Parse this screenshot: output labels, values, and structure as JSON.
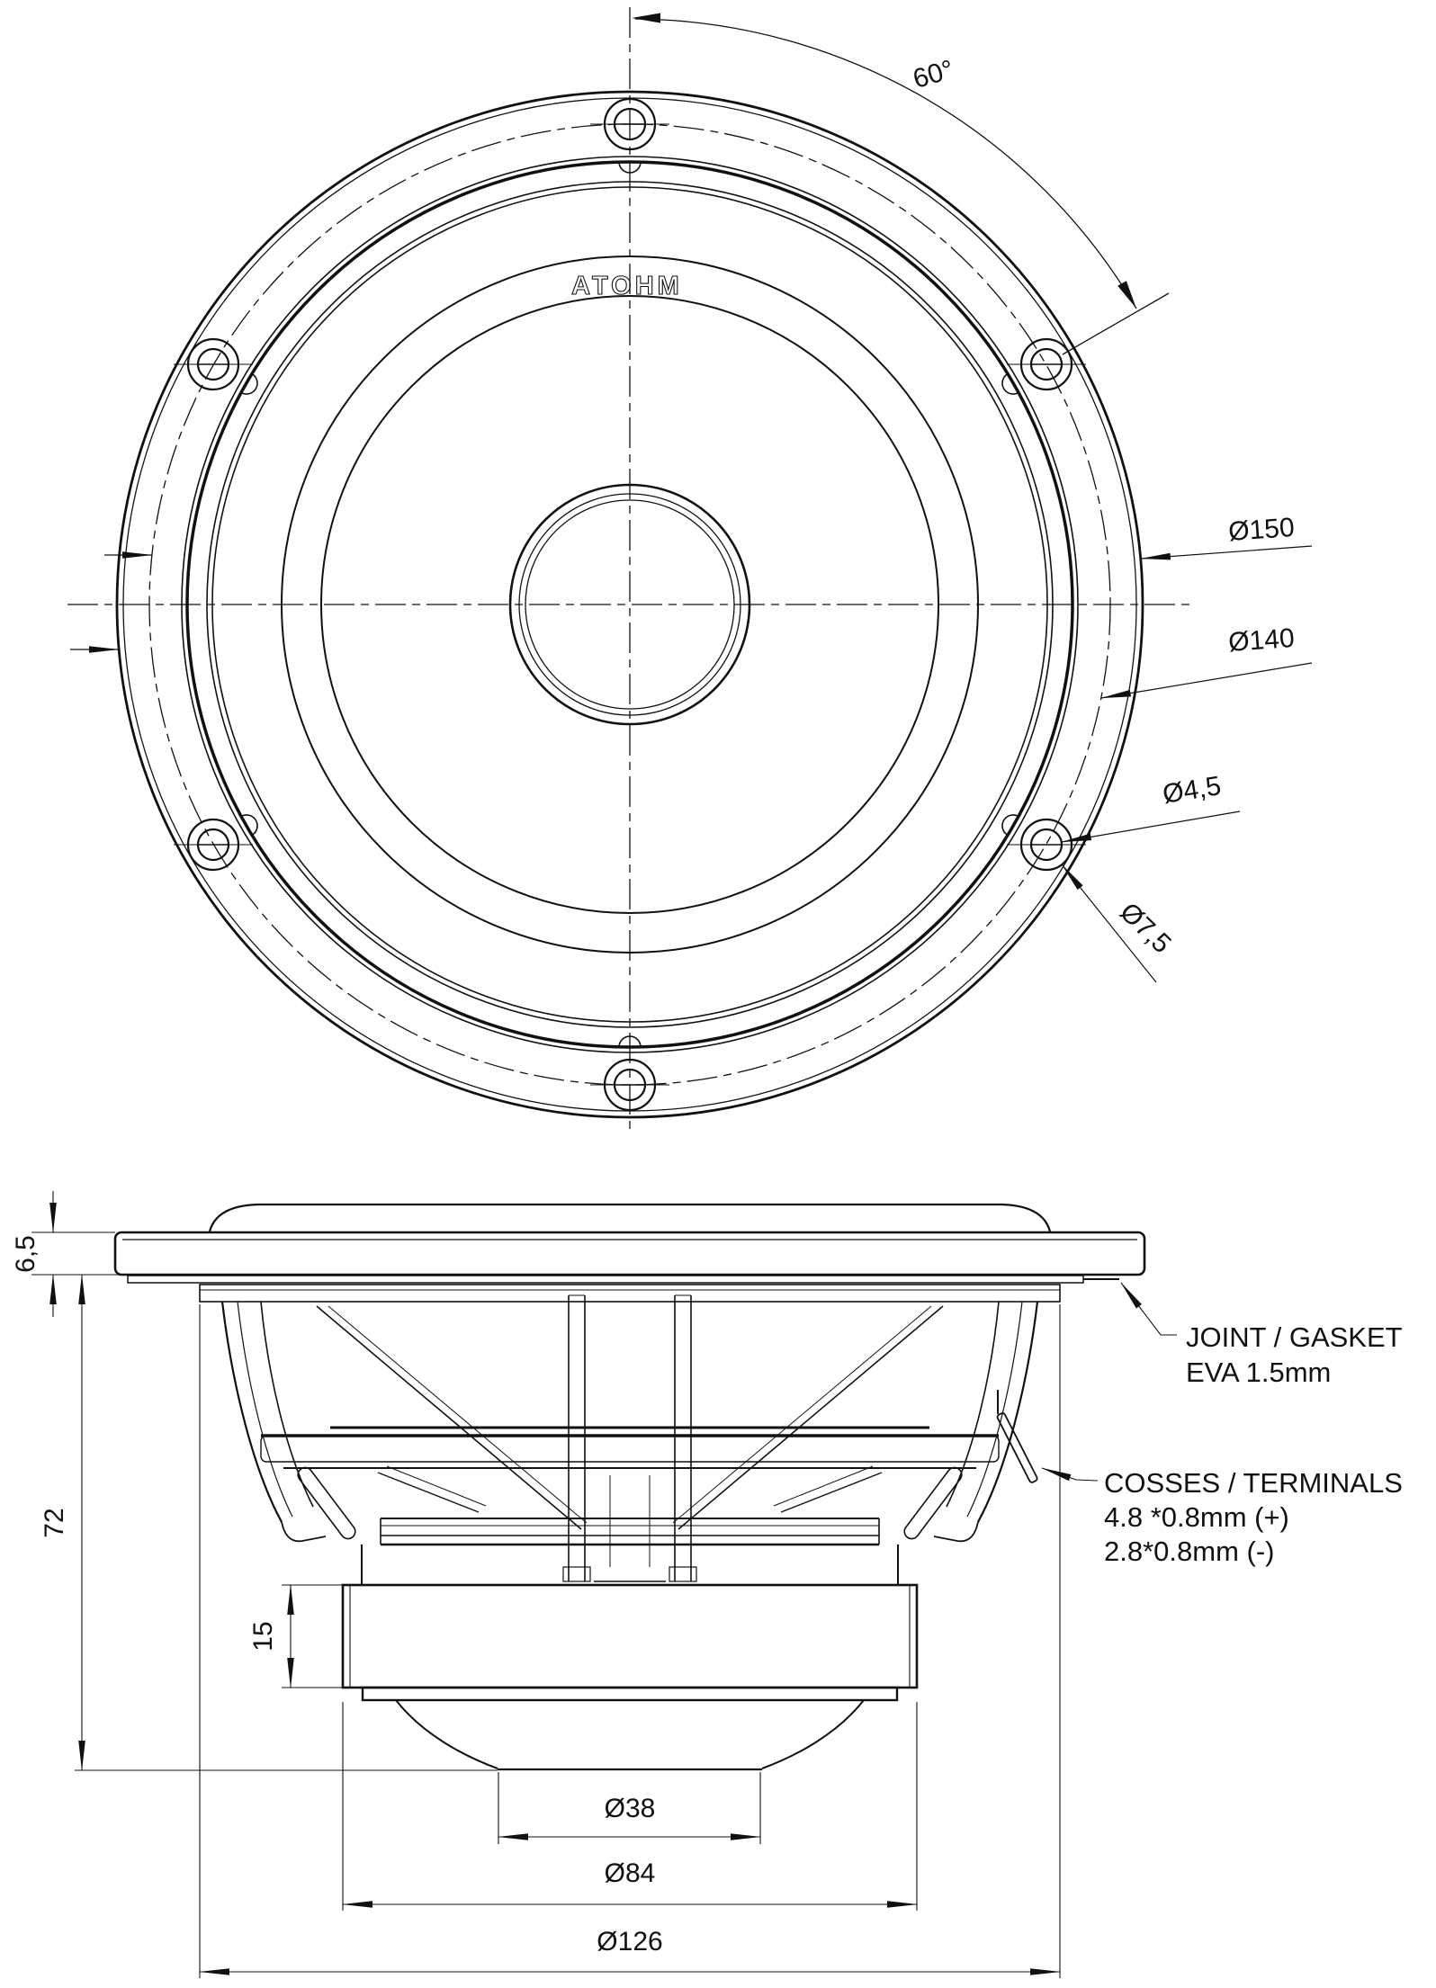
{
  "drawing": {
    "brand_logo": "ATOHM",
    "line_color": "#111111",
    "front_view": {
      "angle_label": "60°",
      "outer_diameter": "Ø150",
      "bolt_circle_diameter": "Ø140",
      "screw_hole_diameter": "Ø4,5",
      "countersink_diameter": "Ø7,5"
    },
    "side_view": {
      "flange_thickness": "6,5",
      "mounting_depth": "72",
      "magnet_height": "15",
      "pole_diameter": "Ø38",
      "magnet_diameter": "Ø84",
      "basket_diameter": "Ø126",
      "gasket_note_line1": "JOINT / GASKET",
      "gasket_note_line2": "EVA 1.5mm",
      "terminals_note_line1": "COSSES / TERMINALS",
      "terminals_note_line2": "4.8 *0.8mm (+)",
      "terminals_note_line3": "2.8*0.8mm (-)"
    }
  }
}
